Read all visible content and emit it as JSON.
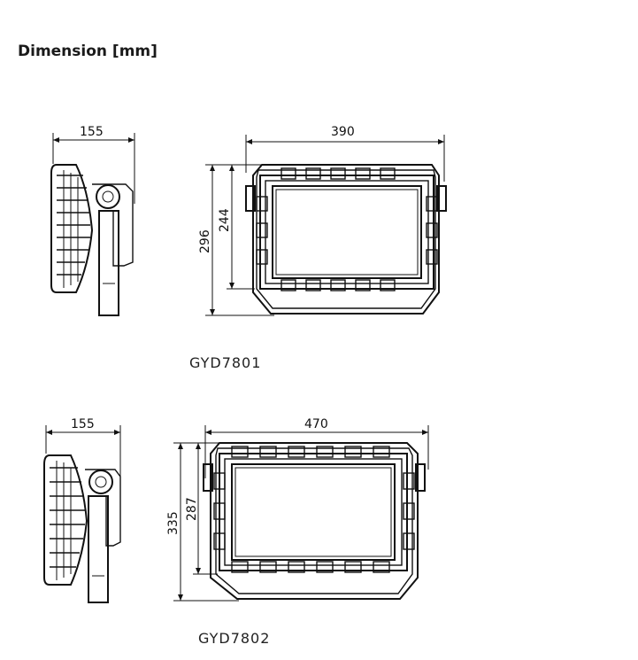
{
  "heading": "Dimension [mm]",
  "models": [
    {
      "name": "GYD7801",
      "dims": {
        "side_depth": "155",
        "width": "390",
        "overall_height": "296",
        "body_height": "244"
      }
    },
    {
      "name": "GYD7802",
      "dims": {
        "side_depth": "155",
        "width": "470",
        "overall_height": "335",
        "body_height": "287"
      }
    }
  ]
}
